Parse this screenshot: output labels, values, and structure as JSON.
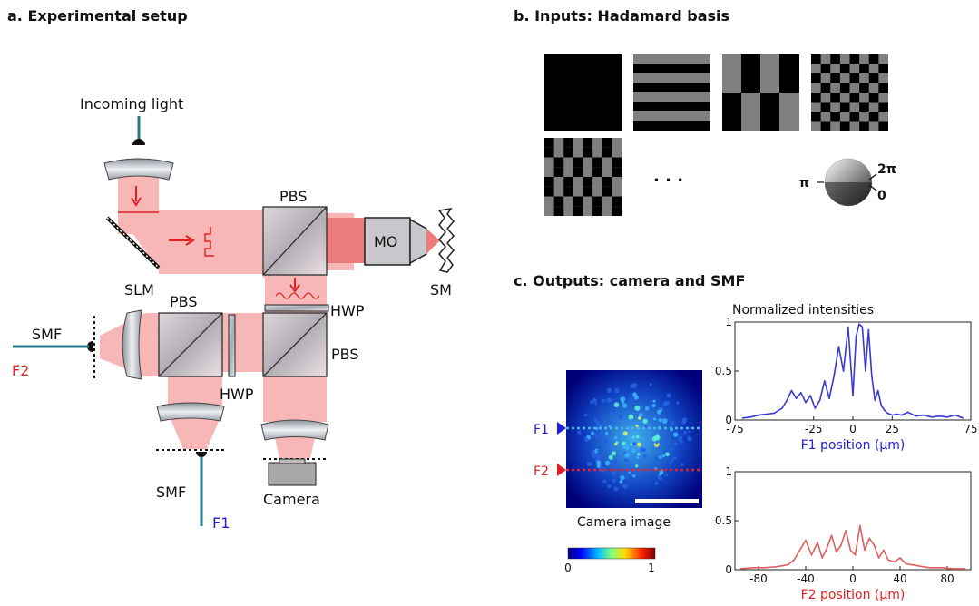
{
  "panels": {
    "a": {
      "title": "a. Experimental setup"
    },
    "b": {
      "title": "b. Inputs: Hadamard basis"
    },
    "c": {
      "title": "c. Outputs: camera and SMF"
    }
  },
  "setup_labels": {
    "incoming": "Incoming light",
    "pbs": "PBS",
    "mo": "MO",
    "slm": "SLM",
    "sm": "SM",
    "hwp": "HWP",
    "smf": "SMF",
    "f1": "F1",
    "f2": "F2",
    "camera": "Camera"
  },
  "hadamard": {
    "ellipsis": ". . .",
    "phase_pi": "π",
    "phase_2pi": "2π",
    "phase_0": "0"
  },
  "outputs": {
    "camera_caption": "Camera image",
    "colorbar_min": "0",
    "colorbar_max": "1",
    "line_f1": "F1",
    "line_f2": "F2",
    "plot_title": "Normalized intensities"
  },
  "colors": {
    "beam": "#f7b7b7",
    "beam_dark": "#ea7c7c",
    "accent_red": "#e02020",
    "accent_blue": "#2020d0",
    "fiber": "#207a86",
    "f1_line": "#4fb7e8",
    "f2_line": "#e8202a",
    "f1_plot": "#3a3ad0",
    "f2_plot": "#e06060"
  },
  "chart_data": [
    {
      "type": "line",
      "xlabel": "F1 position (µm)",
      "ylabel": "",
      "xlim": [
        -75,
        75
      ],
      "ylim": [
        0,
        1
      ],
      "xticks": [
        "-75",
        "-25",
        "0",
        "25",
        "75"
      ],
      "xtick_values": [
        -75,
        -25,
        0,
        25,
        75
      ],
      "yticks": [
        "0",
        "0.5",
        "1"
      ],
      "ytick_values": [
        0,
        0.5,
        1
      ],
      "series": [
        {
          "x": [
            -70,
            -65,
            -60,
            -55,
            -50,
            -45,
            -42,
            -39,
            -36,
            -33,
            -30,
            -27,
            -24,
            -21,
            -18,
            -15,
            -12,
            -9,
            -6,
            -3,
            0,
            2,
            4,
            6,
            8,
            10,
            12,
            14,
            16,
            18,
            20,
            22,
            25,
            28,
            31,
            35,
            40,
            45,
            50,
            55,
            60,
            65,
            70
          ],
          "values": [
            0.02,
            0.03,
            0.05,
            0.06,
            0.07,
            0.12,
            0.2,
            0.3,
            0.22,
            0.28,
            0.18,
            0.25,
            0.12,
            0.2,
            0.4,
            0.22,
            0.45,
            0.75,
            0.5,
            0.95,
            0.25,
            0.85,
            0.98,
            0.95,
            0.5,
            0.92,
            0.45,
            0.2,
            0.3,
            0.15,
            0.1,
            0.07,
            0.05,
            0.06,
            0.05,
            0.08,
            0.04,
            0.05,
            0.03,
            0.04,
            0.03,
            0.05,
            0.02
          ]
        }
      ]
    },
    {
      "type": "line",
      "xlabel": "F2 position (µm)",
      "ylabel": "",
      "xlim": [
        -100,
        100
      ],
      "ylim": [
        0,
        1
      ],
      "xticks": [
        "-80",
        "-40",
        "0",
        "40",
        "80"
      ],
      "xtick_values": [
        -80,
        -40,
        0,
        40,
        80
      ],
      "yticks": [
        "0",
        "0.5",
        "1"
      ],
      "ytick_values": [
        0,
        0.5,
        1
      ],
      "series": [
        {
          "x": [
            -95,
            -85,
            -75,
            -65,
            -55,
            -50,
            -45,
            -40,
            -35,
            -30,
            -26,
            -22,
            -18,
            -14,
            -10,
            -6,
            -2,
            2,
            6,
            10,
            14,
            18,
            22,
            26,
            30,
            35,
            40,
            45,
            50,
            55,
            60,
            65,
            75,
            85,
            95
          ],
          "values": [
            0.01,
            0.02,
            0.02,
            0.03,
            0.05,
            0.1,
            0.2,
            0.3,
            0.15,
            0.28,
            0.12,
            0.22,
            0.35,
            0.18,
            0.25,
            0.4,
            0.2,
            0.15,
            0.45,
            0.2,
            0.32,
            0.25,
            0.12,
            0.2,
            0.1,
            0.08,
            0.12,
            0.06,
            0.05,
            0.04,
            0.03,
            0.02,
            0.02,
            0.01,
            0.01
          ]
        }
      ]
    }
  ]
}
